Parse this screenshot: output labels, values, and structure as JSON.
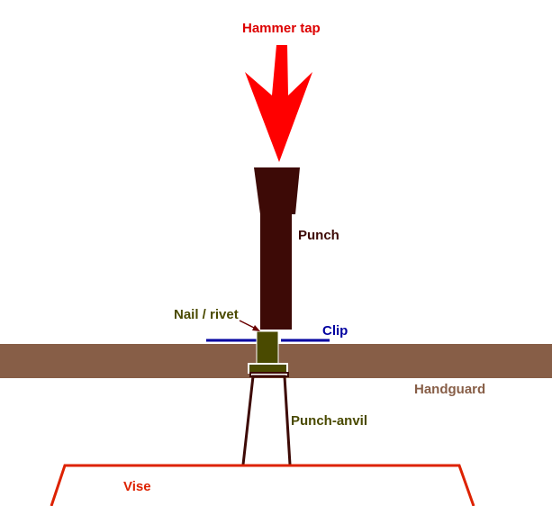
{
  "labels": {
    "hammer_tap": "Hammer tap",
    "punch": "Punch",
    "nail_rivet": "Nail / rivet",
    "clip": "Clip",
    "handguard": "Handguard",
    "punch_anvil": "Punch-anvil",
    "vise": "Vise"
  },
  "colors": {
    "hammer": "#ff0000",
    "punch": "#3d0a06",
    "nail": "#4a4a00",
    "clip": "#0000a0",
    "handguard": "#875e47",
    "anvil": "#3d0a06",
    "vise": "#dd2200",
    "nail_pointer": "#6a0000"
  }
}
